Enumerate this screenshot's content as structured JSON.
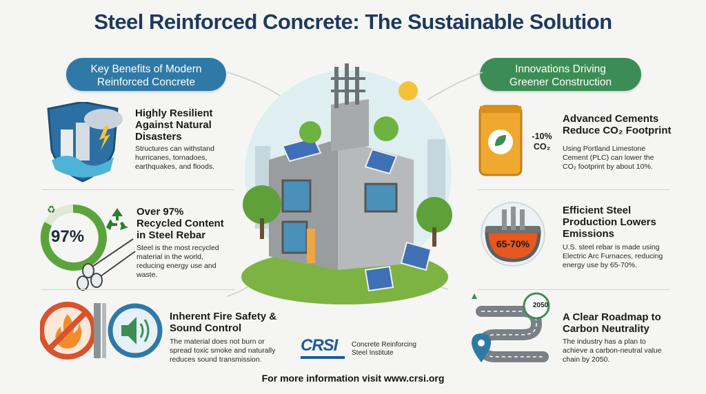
{
  "title": "Steel Reinforced Concrete: The Sustainable Solution",
  "left_pill": {
    "line1": "Key Benefits of Modern",
    "line2": "Reinforced Concrete"
  },
  "right_pill": {
    "line1": "Innovations Driving",
    "line2": "Greener Construction"
  },
  "benefits": [
    {
      "heading": [
        "Highly Resilient",
        "Against Natural",
        "Disasters"
      ],
      "desc": [
        "Structures can withstand",
        "hurricanes, tornadoes,",
        "earthquakes, and floods."
      ]
    },
    {
      "heading": [
        "Over 97%",
        "Recycled Content",
        "in Steel Rebar"
      ],
      "desc": [
        "Steel is the most recycled",
        "material in the world,",
        "reducing energy use and",
        "waste."
      ],
      "badge": "97%"
    },
    {
      "heading": [
        "Inherent Fire Safety &",
        "Sound Control"
      ],
      "desc": [
        "The material does not burn or",
        "spread toxic smoke and naturally",
        "reduces sound transmission."
      ]
    }
  ],
  "innovations": [
    {
      "heading": [
        "Advanced Cements",
        "Reduce CO₂ Footprint"
      ],
      "desc": [
        "Using Portland Limestone",
        "Cement (PLC) can lower the",
        "CO₂ footprint by about 10%."
      ],
      "badge_line1": "-10%",
      "badge_line2": "CO₂"
    },
    {
      "heading": [
        "Efficient Steel",
        "Production Lowers",
        "Emissions"
      ],
      "desc": [
        "U.S. steel rebar is made using",
        "Electric Arc Furnaces, reducing",
        "energy use by 65-70%."
      ],
      "badge": "65-70%"
    },
    {
      "heading": [
        "A Clear Roadmap to",
        "Carbon Neutrality"
      ],
      "desc": [
        "The industry has a plan to",
        "achieve a carbon-neutral value",
        "chain by 2050."
      ],
      "badge": "2050"
    }
  ],
  "logo": {
    "mark": "CRSI",
    "line1": "Concrete Reinforcing",
    "line2": "Steel Institute"
  },
  "footer": "For more information visit www.crsi.org"
}
